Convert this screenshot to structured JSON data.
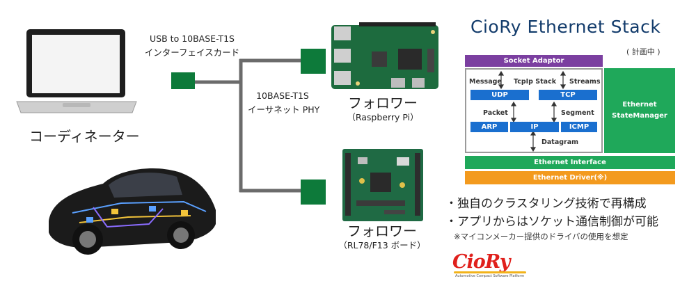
{
  "left": {
    "interface_card_line1": "USB to 10BASE-T1S",
    "interface_card_line2": "インターフェイスカード",
    "phy_line1": "10BASE-T1S",
    "phy_line2": "イーサネット PHY",
    "coordinator_label": "コーディネーター",
    "follower1_label": "フォロワー",
    "follower1_sub": "（Raspberry Pi）",
    "follower2_label": "フォロワー",
    "follower2_sub": "（RL78/F13 ボード）"
  },
  "stack": {
    "title": "CioRy Ethernet Stack",
    "planned_note": "( 計画中 )",
    "socket_adaptor": "Socket Adaptor",
    "message": "Message",
    "tcpip_stack": "TcpIp Stack",
    "streams": "Streams",
    "udp": "UDP",
    "tcp": "TCP",
    "packet": "Packet",
    "segment": "Segment",
    "arp": "ARP",
    "ip": "IP",
    "icmp": "ICMP",
    "datagram": "Datagram",
    "state_manager_line1": "Ethernet",
    "state_manager_line2": "StateManager",
    "ethernet_interface": "Ethernet Interface",
    "ethernet_driver": "Ethernet Driver(※)"
  },
  "bullets": {
    "b1": "・独自のクラスタリング技術で再構成",
    "b2": "・アプリからはソケット通信制御が可能",
    "note": "※マイコンメーカー提供のドライバの使用を想定"
  },
  "logo": {
    "text": "CioRy",
    "tagline": "Automotive Compact Software Platform"
  },
  "colors": {
    "green": "#0d7a3a",
    "purple": "#7b3fa0",
    "blue": "#1a6fcf",
    "orange": "#f39a1e",
    "bright_green": "#1fa85a"
  }
}
